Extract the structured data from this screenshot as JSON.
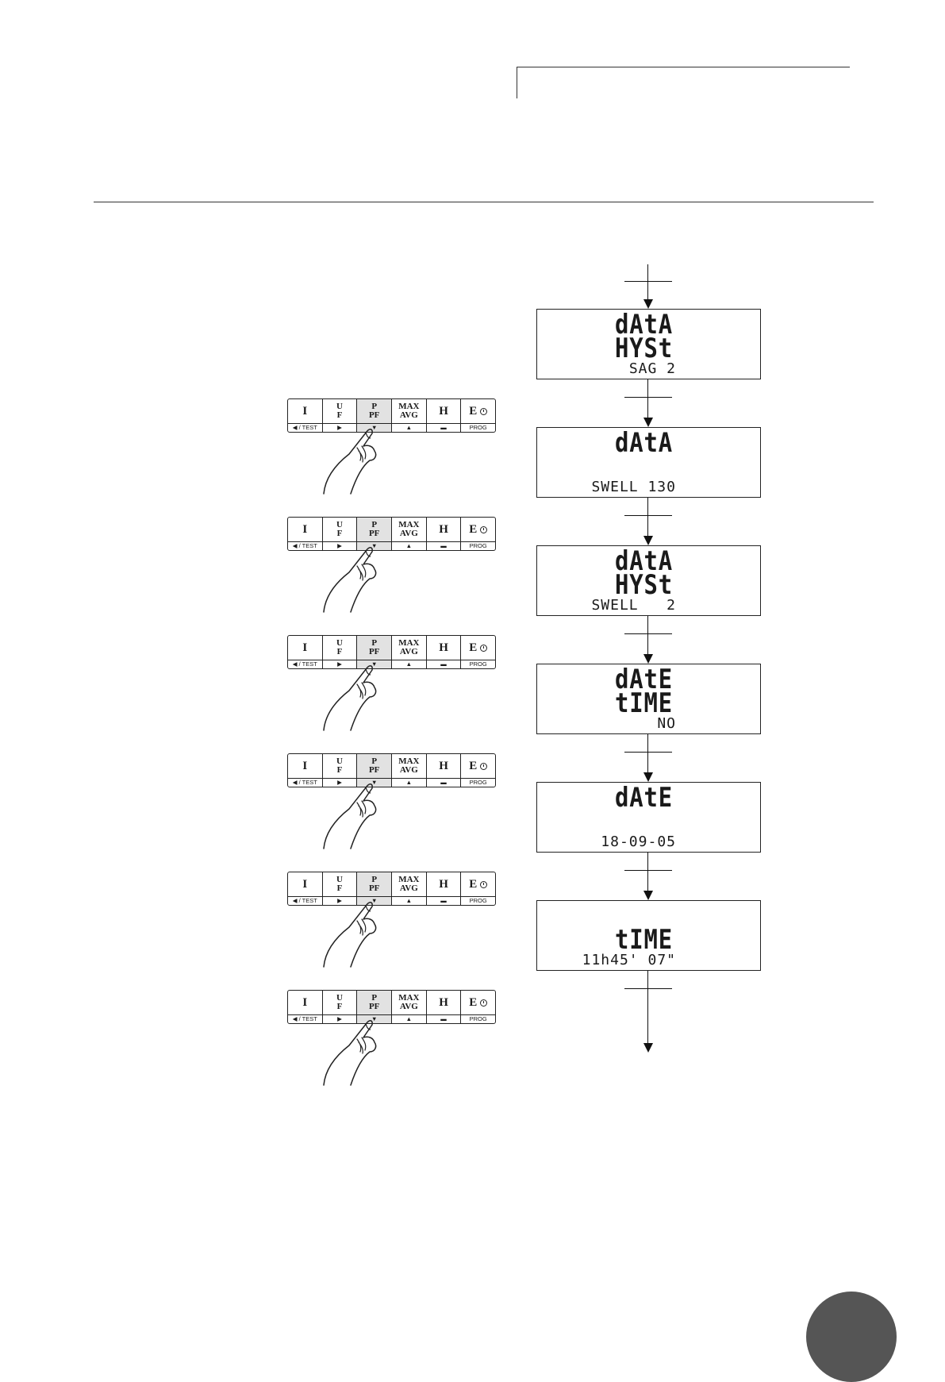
{
  "keypad": {
    "keys": [
      {
        "main": "I",
        "sub": "◀ / TEST"
      },
      {
        "main": "U",
        "main2": "F",
        "sub": "▶"
      },
      {
        "main": "P",
        "main2": "PF",
        "sub": "▼"
      },
      {
        "main": "MAX",
        "main2": "AVG",
        "sub": "▲"
      },
      {
        "main": "H",
        "sub": "▬"
      },
      {
        "main": "E",
        "sub": "PROG"
      }
    ]
  },
  "displays": [
    {
      "line1": "dAtA",
      "line2": "HYSt",
      "line3": "SAG 2"
    },
    {
      "line1": "dAtA",
      "line2": "",
      "line3": "SWELL 130"
    },
    {
      "line1": "dAtA",
      "line2": "HYSt",
      "line3": "SWELL   2"
    },
    {
      "line1": "dAtE",
      "line2": "tIME",
      "line3": "NO"
    },
    {
      "line1": "dAtE",
      "line2": "",
      "line3": "18-09-05"
    },
    {
      "line1": "",
      "line2": "tIME",
      "line3": "11h45' 07\""
    }
  ],
  "colors": {
    "active_key": "#e2e2e2",
    "page_badge": "#555555"
  }
}
